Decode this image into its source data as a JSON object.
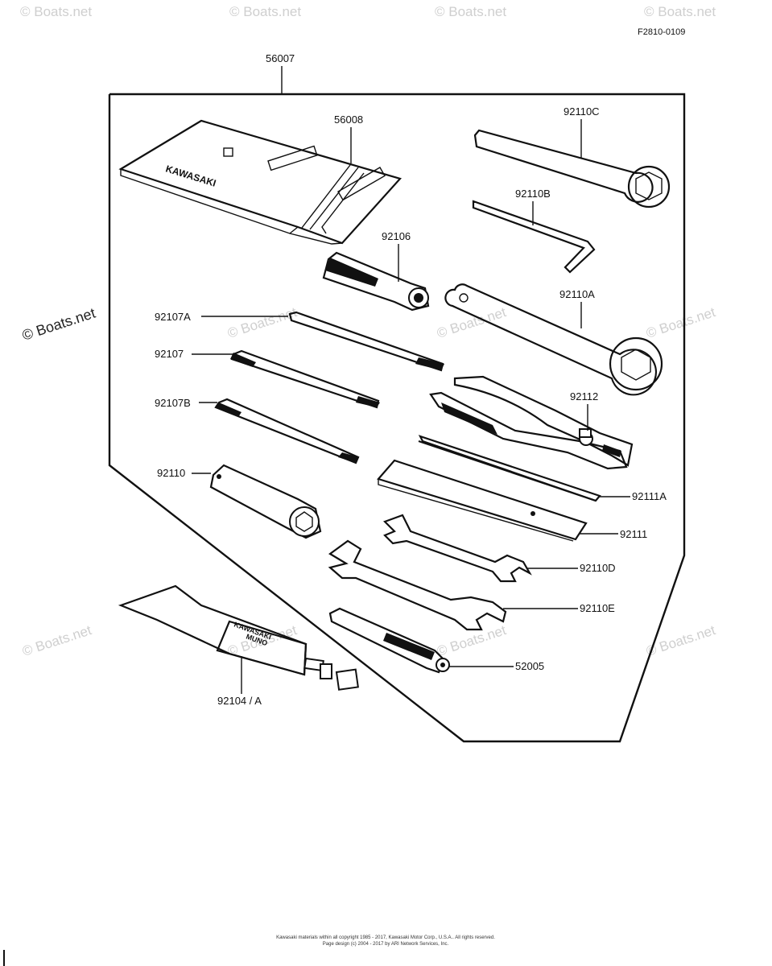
{
  "figure_code": "F2810-0109",
  "brand_text": "KAWASAKI",
  "tube_brand": "KAWASAKI",
  "tube_text": "MUNO",
  "watermark": "© Boats.net",
  "copyright_line1": "Kawasaki materials within all copyright 1985 - 2017, Kawasaki Motor Corp., U.S.A.. All rights reserved.",
  "copyright_line2": "Page design (c) 2004 - 2017 by ARI Network Services, Inc.",
  "parts": {
    "p56007": "56007",
    "p56008": "56008",
    "p92110C": "92110C",
    "p92110B": "92110B",
    "p92106": "92106",
    "p92110A": "92110A",
    "p92107A": "92107A",
    "p92107": "92107",
    "p92112": "92112",
    "p92107B": "92107B",
    "p92110": "92110",
    "p92111A": "92111A",
    "p92111": "92111",
    "p92110D": "92110D",
    "p92110E": "92110E",
    "p52005": "52005",
    "p92104A": "92104 / A"
  }
}
